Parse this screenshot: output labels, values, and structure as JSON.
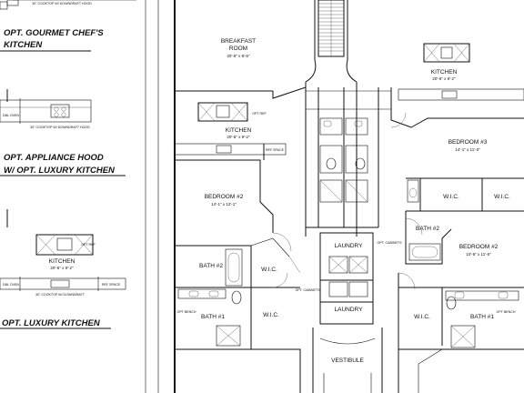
{
  "left_options": {
    "gourmet_title_line1": "OPT. GOURMET CHEF'S",
    "gourmet_title_line2": "KITCHEN",
    "gourmet_note": "30\" COOKTOP W/ DOWNDRAFT HOOD",
    "oven_label": "DBL OVEN",
    "appliance_title_line1": "OPT. APPLIANCE HOOD",
    "appliance_title_line2": "W/ OPT. LUXURY KITCHEN",
    "appliance_note": "30\" COOKTOP W/ APPLIANCE HOOD",
    "kitchen_label": "KITCHEN",
    "kitchen_dim": "20'-6\" x 9'-2\"",
    "opt_ref_label": "OPT REF",
    "ref_space": "REF SPACE",
    "luxury_oven": "DBL OVEN",
    "luxury_note": "30\" COOKTOP W/ DOWNDRAFT",
    "luxury_title": "OPT. LUXURY KITCHEN"
  },
  "plan": {
    "breakfast": {
      "label": "BREAKFAST ROOM",
      "line1": "BREAKFAST",
      "line2": "ROOM",
      "dim": "20'-6\" x 8'-6\""
    },
    "kitchen_left": {
      "label": "KITCHEN",
      "dim": "20'-6\" x 9'-2\"",
      "ref": "REF SPACE",
      "opt_ref": "OPT REF"
    },
    "bedroom2_left": {
      "label": "BEDROOM #2",
      "dim": "14'-1\" x 12'-1\""
    },
    "bath2_left": {
      "label": "BATH #2"
    },
    "wic_left": {
      "label": "W.I.C."
    },
    "bath1_left": {
      "label": "BATH #1"
    },
    "wic_left2": {
      "label": "W.I.C."
    },
    "laundry_upper": {
      "label": "LAUNDRY"
    },
    "laundry_lower": {
      "label": "LAUNDRY"
    },
    "vestibule": {
      "label": "VESTIBULE"
    },
    "opt_cabinets": "OPT. CABINETS",
    "kitchen_right": {
      "label": "KITCHEN",
      "dim": "20'-6\" x 9'-2\""
    },
    "bedroom3_right": {
      "label": "BEDROOM #3",
      "dim": "14'-1\" x 11'-0\""
    },
    "wic_right_a": {
      "label": "W.I.C."
    },
    "wic_right_b": {
      "label": "W.I.C."
    },
    "bath2_right": {
      "label": "BATH #2"
    },
    "bedroom2_right": {
      "label": "BEDROOM #2",
      "dim": "10'-6\" x 11'-6\""
    },
    "wic_right_c": {
      "label": "W.I.C."
    },
    "bath1_right": {
      "label": "BATH #1"
    },
    "opt_bench": "OPT BENCH"
  }
}
